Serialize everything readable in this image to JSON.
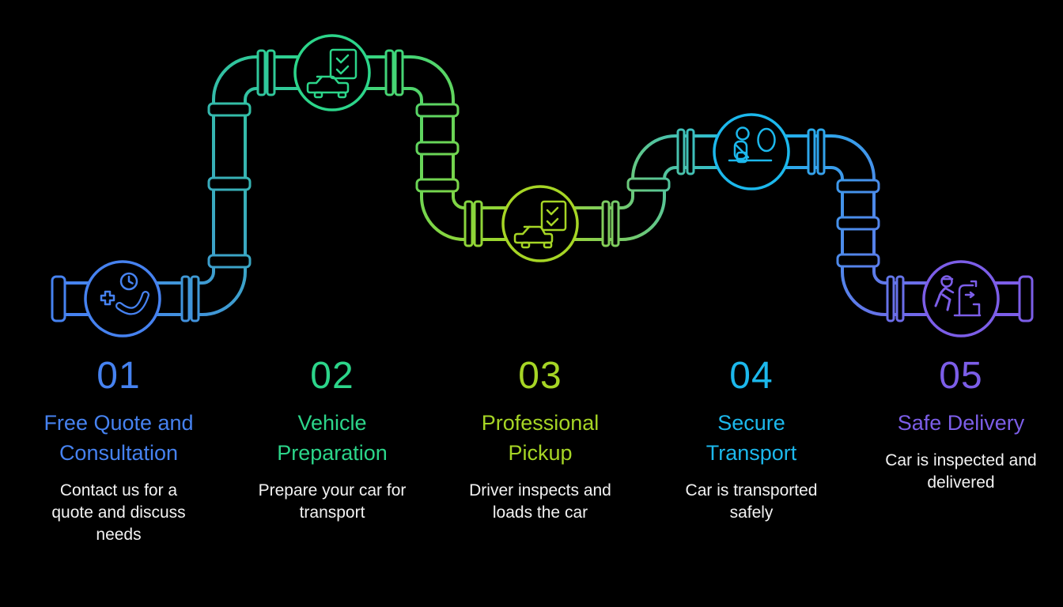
{
  "page": {
    "background": "#000000",
    "description_text_color": "#f2f2f2"
  },
  "steps": [
    {
      "number": "01",
      "title": "Free Quote and\nConsultation",
      "description": "Contact us for a\nquote and discuss\nneeds",
      "color": "#4682f0",
      "icon": "phone-consultation-icon"
    },
    {
      "number": "02",
      "title": "Vehicle\nPreparation",
      "description": "Prepare your car for\ntransport",
      "color": "#2cd58a",
      "icon": "car-checklist-icon"
    },
    {
      "number": "03",
      "title": "Professional\nPickup",
      "description": "Driver inspects and\nloads the car",
      "color": "#a6d525",
      "icon": "car-pickup-checklist-icon"
    },
    {
      "number": "04",
      "title": "Secure\nTransport",
      "description": "Car is transported\nsafely",
      "color": "#1cb8ec",
      "icon": "passenger-seatbelt-icon"
    },
    {
      "number": "05",
      "title": "Safe Delivery",
      "description": "Car is inspected and\ndelivered",
      "color": "#7c5ee8",
      "icon": "delivery-inspection-icon"
    }
  ]
}
